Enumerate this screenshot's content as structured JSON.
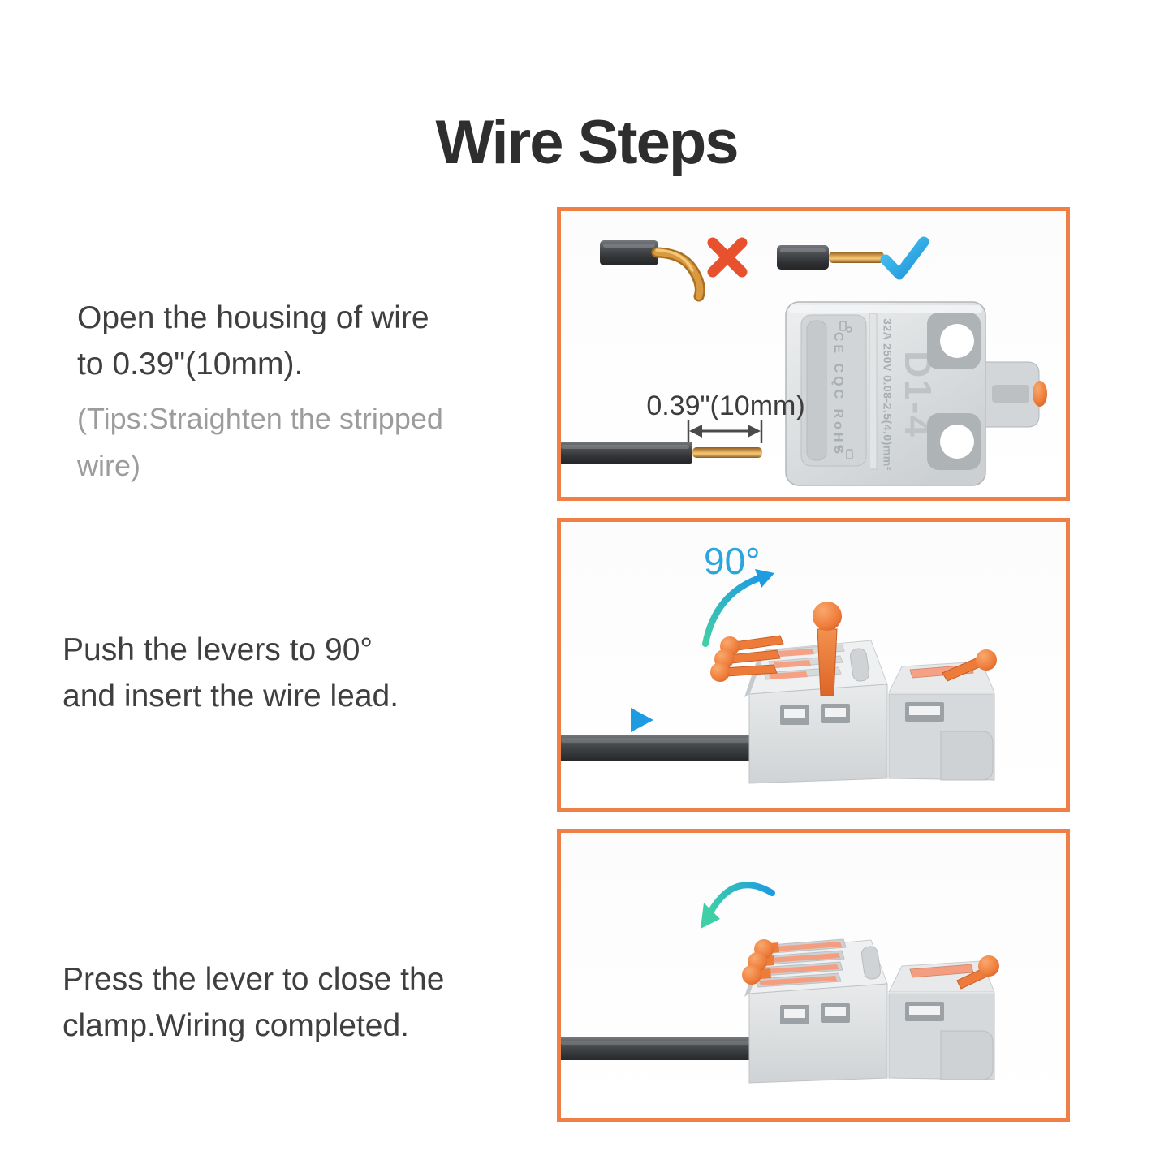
{
  "title": "Wire Steps",
  "colors": {
    "panel_border": "#EF7F45",
    "text_dark": "#3F3F3F",
    "text_tip_gray": "#9C9C9C",
    "arrow_blue": "#1E9CE2",
    "arrow_teal": "#3ECFA6",
    "cross_red": "#E8512E",
    "check_blue": "#2AA7E0",
    "lever_orange": "#ED7C3A",
    "connector_gray": "#D6D9DB",
    "wire_insulation": "#3F4144",
    "copper": "#D99A3F"
  },
  "steps": {
    "step1": {
      "line1": "Open the housing of wire",
      "line2": "to 0.39\"(10mm).",
      "tip_line1": "(Tips:Straighten the stripped",
      "tip_line2": "wire)"
    },
    "step2": {
      "line1": "Push the levers to 90°",
      "line2": "and insert the wire lead."
    },
    "step3": {
      "line1": "Press the lever to close the",
      "line2": "clamp.Wiring completed."
    }
  },
  "panel1": {
    "measurement_label": "0.39\"(10mm)",
    "connector_model": "D1-4",
    "connector_rating": "32A 250V 0.08-2.5(4.0)mm²",
    "connector_certs": "CE CQC RoHS"
  },
  "panel2": {
    "angle_label": "90°"
  }
}
